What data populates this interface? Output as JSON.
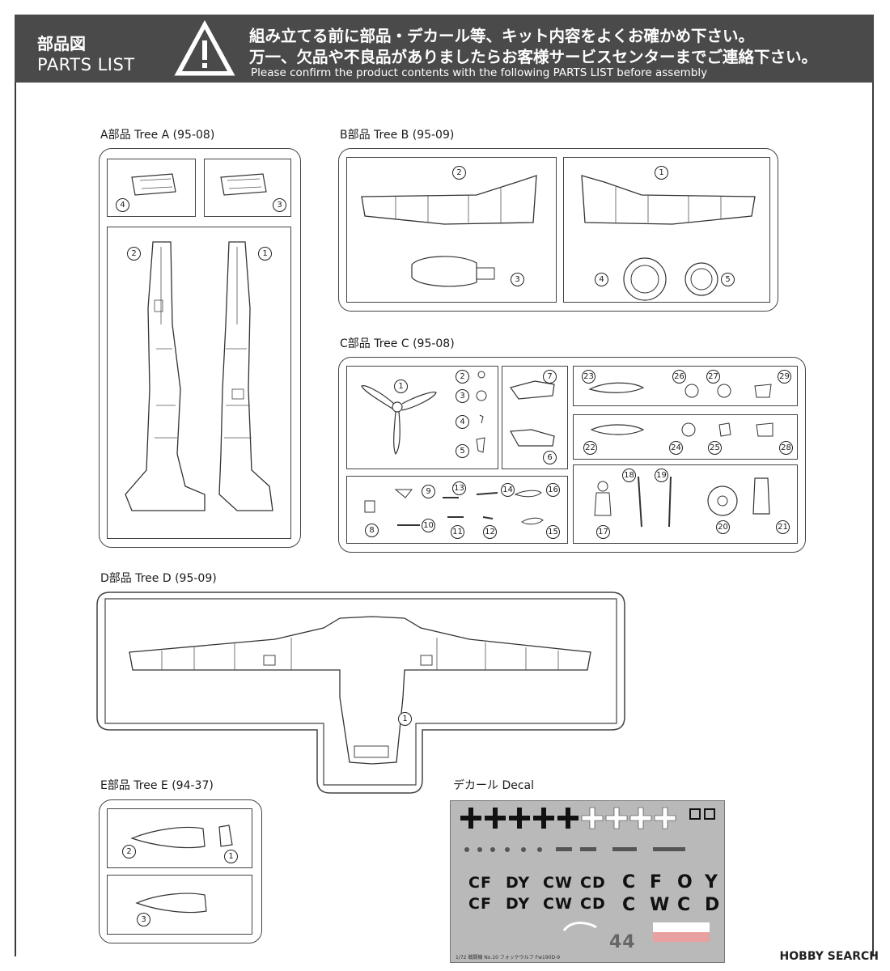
{
  "header": {
    "title_jp": "部品図",
    "title_en": "PARTS LIST",
    "notice_jp_line1": "組み立てる前に部品・デカール等、キット内容をよくお確かめ下さい。",
    "notice_jp_line2": "万一、欠品や不良品がありましたらお客様サービスセンターまでご連絡下さい。",
    "notice_en": "Please confirm the product contents with the following PARTS LIST before assembly"
  },
  "trees": {
    "a": {
      "label": "A部品 Tree A (95-08)"
    },
    "b": {
      "label": "B部品 Tree B (95-09)"
    },
    "c": {
      "label": "C部品 Tree C (95-08)"
    },
    "d": {
      "label": "D部品 Tree D (95-09)"
    },
    "e": {
      "label": "E部品 Tree E (94-37)"
    },
    "decal": {
      "label": "デカール Decal"
    }
  },
  "part_numbers": {
    "a": [
      "4",
      "3",
      "2",
      "1"
    ],
    "b": [
      "2",
      "1",
      "3",
      "4",
      "5"
    ],
    "c": [
      "1",
      "2",
      "3",
      "4",
      "5",
      "7",
      "6",
      "23",
      "26",
      "27",
      "29",
      "22",
      "24",
      "25",
      "28",
      "9",
      "13",
      "14",
      "16",
      "8",
      "10",
      "11",
      "12",
      "15",
      "18",
      "19",
      "17",
      "20",
      "21"
    ],
    "d": [
      "1"
    ],
    "e": [
      "2",
      "1",
      "3"
    ]
  },
  "decal": {
    "row1": [
      "CF",
      "DY",
      "CW",
      "CD",
      "C",
      "F",
      "O",
      "Y"
    ],
    "row2": [
      "CF",
      "DY",
      "CW",
      "CD",
      "C",
      "W",
      "C",
      "D"
    ],
    "bottom_numbers": "44",
    "caption": "1/72 戦闘機 No.10 フォッケウルフ Fw190D-9"
  },
  "watermark": "HOBBY SEARCH",
  "colors": {
    "header_bg": "#4a4a4a",
    "decal_bg": "#b9b9b9"
  }
}
